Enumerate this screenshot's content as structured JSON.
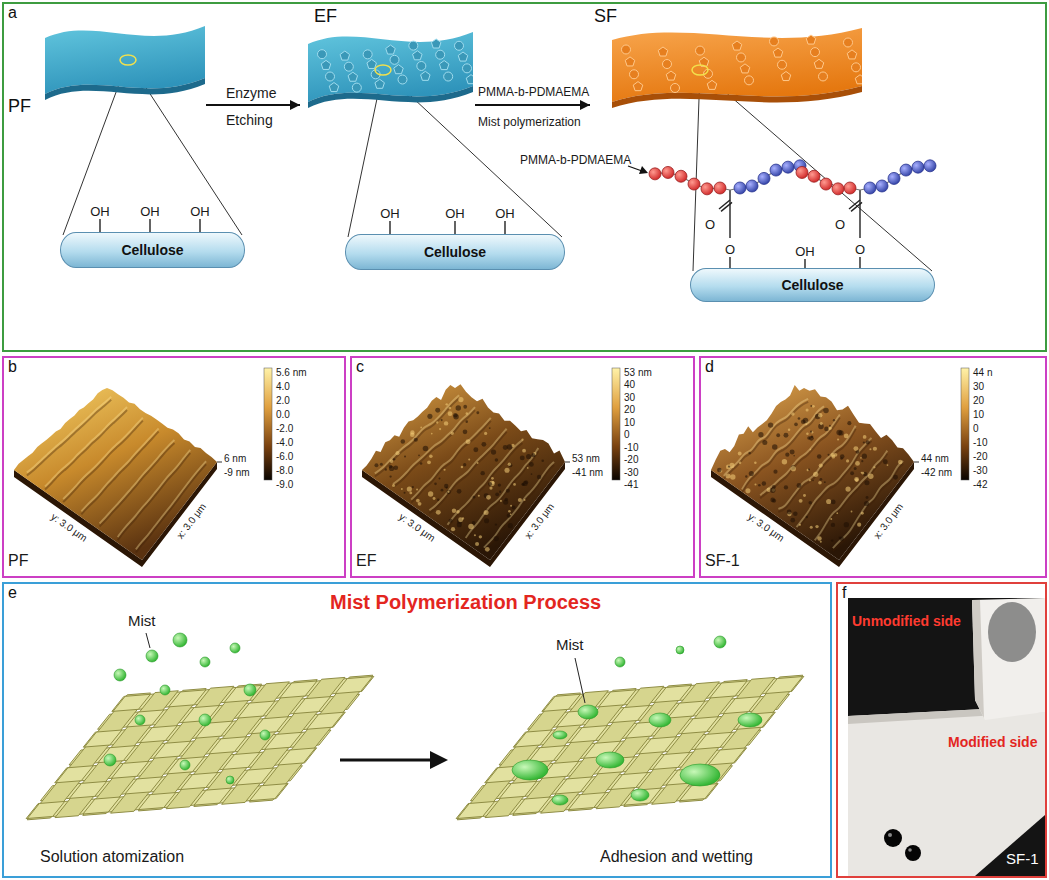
{
  "diagram": {
    "nodes": [
      {
        "text": [
          "a"
        ]
      },
      {
        "text": [
          "PF"
        ],
        "in": 0
      },
      {
        "text": [
          "EF"
        ],
        "in": 0
      },
      {
        "text": [
          "SF"
        ],
        "in": 0
      },
      {
        "text": [
          "Cellulose"
        ],
        "in": 0
      },
      {
        "text": [
          "Cellulose"
        ],
        "in": 0
      },
      {
        "text": [
          "Cellulose"
        ],
        "in": 0
      },
      {
        "text": [
          "b"
        ]
      },
      {
        "text": [
          "c"
        ]
      },
      {
        "text": [
          "d"
        ]
      },
      {
        "text": [
          "e"
        ]
      },
      {
        "text": [
          "f"
        ]
      }
    ],
    "edges": [
      {
        "from": 1,
        "to": 2,
        "arrow": "to"
      },
      {
        "from": 2,
        "to": 3,
        "arrow": "to"
      }
    ],
    "labels": [
      "Enzyme",
      "Etching",
      "PMMA-b-PDMAEMA",
      "Mist polymerization",
      "PMMA-b-PDMAEMA",
      "OH",
      "OH",
      "OH",
      "OH",
      "OH",
      "OH",
      "O",
      "O",
      "OH",
      "O",
      "O",
      "5.6 nm",
      "4.0",
      "2.0",
      "0.0",
      "-2.0",
      "-4.0",
      "-6.0",
      "-8.0",
      "-9.0",
      "6 nm",
      "-9 nm",
      "y: 3.0 μm",
      "x: 3.0 μm",
      "PF",
      "53 nm",
      "40",
      "30",
      "20",
      "10",
      "0",
      "-10",
      "-20",
      "-30",
      "-41",
      "53 nm",
      "-41 nm",
      "y: 3.0 μm",
      "x: 3.0 μm",
      "EF",
      "44 n",
      "30",
      "20",
      "10",
      "0",
      "-10",
      "-20",
      "-30",
      "-42",
      "44 nm",
      "-42 nm",
      "y: 3.0 μm",
      "x: 3.0 μm",
      "SF-1",
      "Mist",
      "Mist Polymerization Process",
      "Mist",
      "Solution atomization",
      "Adhesion and wetting",
      "Unmodified side",
      "Modified side",
      "SF-1"
    ]
  }
}
